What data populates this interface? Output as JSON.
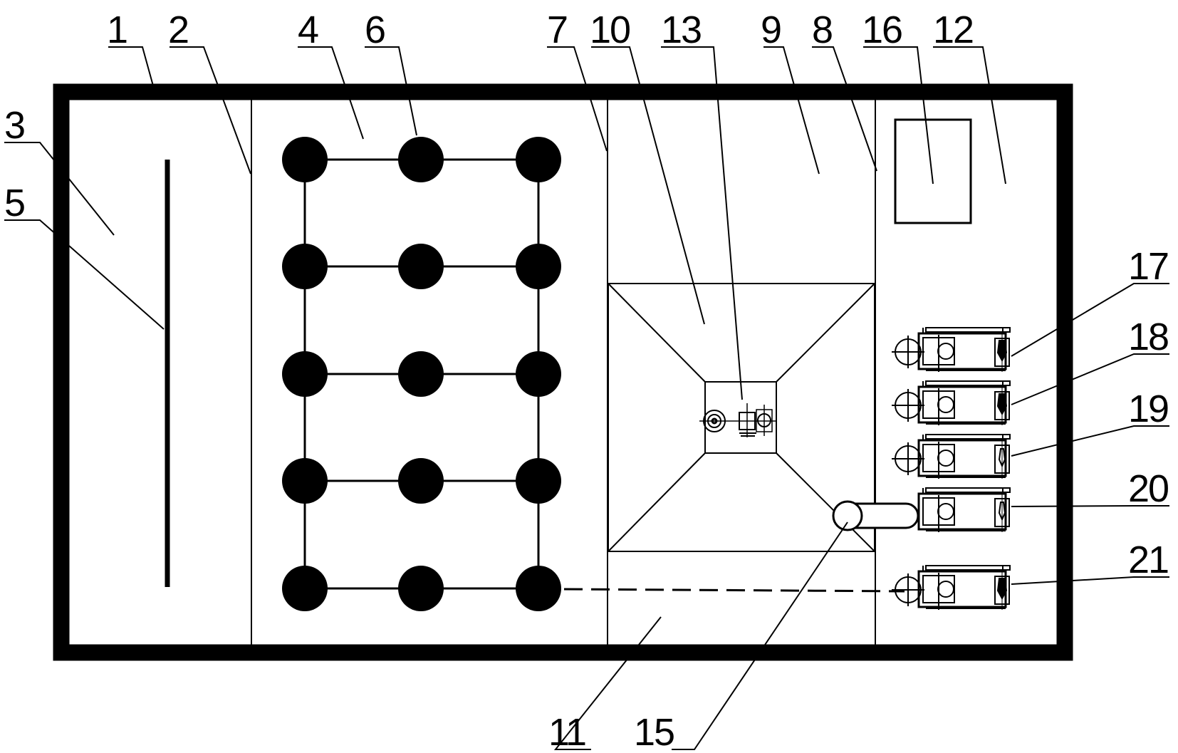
{
  "labels": {
    "l1": "1",
    "l2": "2",
    "l3": "3",
    "l4": "4",
    "l5": "5",
    "l6": "6",
    "l7": "7",
    "l8": "8",
    "l9": "9",
    "l10": "10",
    "l11": "11",
    "l12": "12",
    "l13": "13",
    "l15": "15",
    "l16": "16",
    "l17": "17",
    "l18": "18",
    "l19": "19",
    "l20": "20",
    "l21": "21"
  },
  "diffuser_grid": {
    "rows": 5,
    "columns": 3
  },
  "pump_units": 5,
  "colors": {
    "line": "#000000",
    "background": "#ffffff"
  }
}
